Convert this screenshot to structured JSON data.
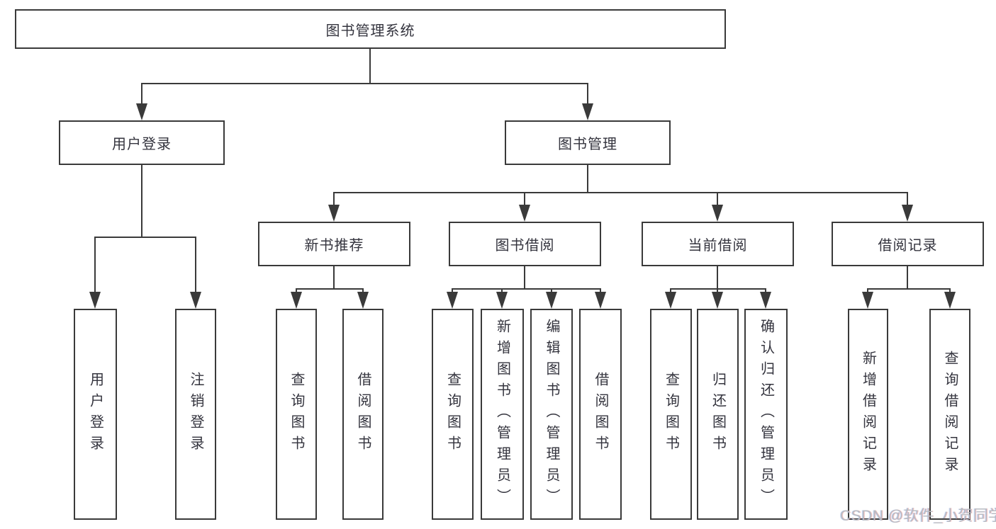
{
  "diagram": {
    "title": "图书管理系统",
    "watermark": "CSDN @软件_小贺同学",
    "colors": {
      "line": "#3a3a3a",
      "text": "#34343e",
      "background": "#ffffff",
      "watermark": "#b7bbc2"
    },
    "nodes": {
      "root": {
        "label": "图书管理系统"
      },
      "user_login": {
        "label": "用户登录"
      },
      "book_mgmt": {
        "label": "图书管理"
      },
      "new_book_rec": {
        "label": "新书推荐"
      },
      "book_borrow": {
        "label": "图书借阅"
      },
      "current_borrow": {
        "label": "当前借阅"
      },
      "borrow_records": {
        "label": "借阅记录"
      },
      "leaf_user_login": {
        "label": "用户登录"
      },
      "leaf_logout": {
        "label": "注销登录"
      },
      "leaf_query_book_1": {
        "label": "查询图书"
      },
      "leaf_borrow_book_1": {
        "label": "借阅图书"
      },
      "leaf_query_book_2": {
        "label": "查询图书"
      },
      "leaf_add_book": {
        "label": "新增图书（管理员）"
      },
      "leaf_edit_book": {
        "label": "编辑图书（管理员）"
      },
      "leaf_borrow_book_2": {
        "label": "借阅图书"
      },
      "leaf_query_book_3": {
        "label": "查询图书"
      },
      "leaf_return_book": {
        "label": "归还图书"
      },
      "leaf_confirm_return": {
        "label": "确认归还（管理员）"
      },
      "leaf_add_record": {
        "label": "新增借阅记录"
      },
      "leaf_query_record": {
        "label": "查询借阅记录"
      }
    },
    "edges": [
      {
        "from": "root",
        "to": "user_login"
      },
      {
        "from": "root",
        "to": "book_mgmt"
      },
      {
        "from": "user_login",
        "to": "leaf_user_login"
      },
      {
        "from": "user_login",
        "to": "leaf_logout"
      },
      {
        "from": "book_mgmt",
        "to": "new_book_rec"
      },
      {
        "from": "book_mgmt",
        "to": "book_borrow"
      },
      {
        "from": "book_mgmt",
        "to": "current_borrow"
      },
      {
        "from": "book_mgmt",
        "to": "borrow_records"
      },
      {
        "from": "new_book_rec",
        "to": "leaf_query_book_1"
      },
      {
        "from": "new_book_rec",
        "to": "leaf_borrow_book_1"
      },
      {
        "from": "book_borrow",
        "to": "leaf_query_book_2"
      },
      {
        "from": "book_borrow",
        "to": "leaf_add_book"
      },
      {
        "from": "book_borrow",
        "to": "leaf_edit_book"
      },
      {
        "from": "book_borrow",
        "to": "leaf_borrow_book_2"
      },
      {
        "from": "current_borrow",
        "to": "leaf_query_book_3"
      },
      {
        "from": "current_borrow",
        "to": "leaf_return_book"
      },
      {
        "from": "current_borrow",
        "to": "leaf_confirm_return"
      },
      {
        "from": "borrow_records",
        "to": "leaf_add_record"
      },
      {
        "from": "borrow_records",
        "to": "leaf_query_record"
      }
    ]
  }
}
